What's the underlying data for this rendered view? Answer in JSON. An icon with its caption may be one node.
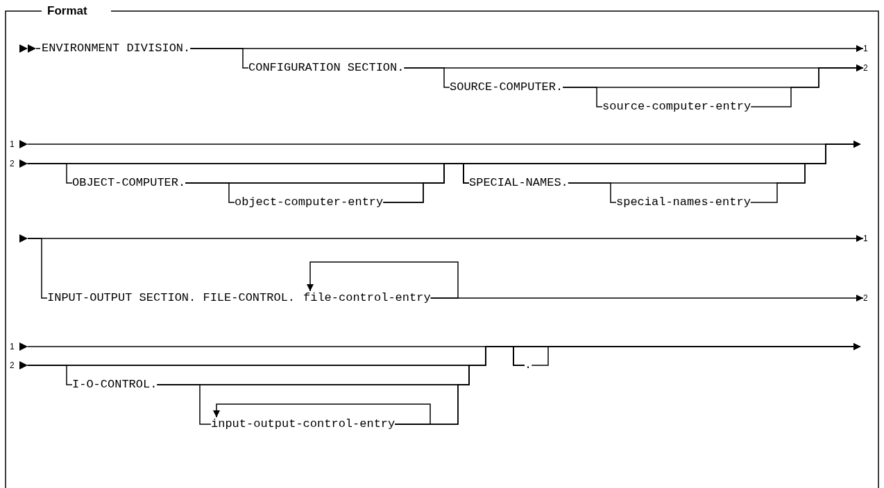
{
  "diagram": {
    "title": "Format",
    "nodes": [
      {
        "text": [
          "ENVIRONMENT DIVISION."
        ]
      },
      {
        "text": [
          "1"
        ]
      },
      {
        "text": [
          "CONFIGURATION SECTION."
        ]
      },
      {
        "text": [
          "2"
        ]
      },
      {
        "text": [
          "SOURCE-COMPUTER."
        ]
      },
      {
        "text": [
          "source-computer-entry"
        ]
      },
      {
        "text": [
          "1"
        ]
      },
      {
        "text": [
          "2"
        ]
      },
      {
        "text": [
          "OBJECT-COMPUTER."
        ]
      },
      {
        "text": [
          "SPECIAL-NAMES."
        ]
      },
      {
        "text": [
          "object-computer-entry"
        ]
      },
      {
        "text": [
          "special-names-entry"
        ]
      },
      {
        "text": [
          "1"
        ]
      },
      {
        "text": [
          "INPUT-OUTPUT SECTION. FILE-CONTROL."
        ]
      },
      {
        "text": [
          "file-control-entry"
        ]
      },
      {
        "text": [
          "2"
        ]
      },
      {
        "text": [
          "1"
        ]
      },
      {
        "text": [
          "2"
        ]
      },
      {
        "text": [
          "."
        ]
      },
      {
        "text": [
          "I-O-CONTROL."
        ]
      },
      {
        "text": [
          "input-output-control-entry"
        ]
      },
      {
        "text": [],
        "shape": "triangle"
      }
    ],
    "edges": [
      {
        "from": 0,
        "to": 1,
        "arrow": "to"
      },
      {
        "from": 0,
        "to": 2,
        "arrow": "none"
      },
      {
        "from": 2,
        "to": 3,
        "arrow": "to"
      },
      {
        "from": 2,
        "to": 4,
        "arrow": "none"
      },
      {
        "from": 4,
        "to": 3,
        "arrow": "to"
      },
      {
        "from": 4,
        "to": 5,
        "arrow": "none"
      },
      {
        "from": 5,
        "to": 3,
        "arrow": "to"
      },
      {
        "from": 6,
        "to": null,
        "arrow": "to"
      },
      {
        "from": 7,
        "to": 8,
        "arrow": "none"
      },
      {
        "from": 7,
        "to": 9,
        "arrow": "none"
      },
      {
        "from": 7,
        "to": null,
        "arrow": "to"
      },
      {
        "from": 8,
        "to": 10,
        "arrow": "none"
      },
      {
        "from": 8,
        "to": 9,
        "arrow": "none"
      },
      {
        "from": 8,
        "to": null,
        "arrow": "to"
      },
      {
        "from": 10,
        "to": 9,
        "arrow": "none"
      },
      {
        "from": 10,
        "to": null,
        "arrow": "to"
      },
      {
        "from": 9,
        "to": 11,
        "arrow": "none"
      },
      {
        "from": 9,
        "to": null,
        "arrow": "to"
      },
      {
        "from": 11,
        "to": null,
        "arrow": "to"
      },
      {
        "from": 21,
        "to": 12,
        "arrow": "to"
      },
      {
        "from": 21,
        "to": 13,
        "arrow": "none"
      },
      {
        "from": 14,
        "to": 14,
        "arrow": "to"
      },
      {
        "from": 14,
        "to": 15,
        "arrow": "to"
      },
      {
        "from": 16,
        "to": null,
        "arrow": "to"
      },
      {
        "from": 17,
        "to": 18,
        "arrow": "none"
      },
      {
        "from": 17,
        "to": null,
        "arrow": "to"
      },
      {
        "from": 17,
        "to": 19,
        "arrow": "none"
      },
      {
        "from": 18,
        "to": null,
        "arrow": "to"
      },
      {
        "from": 19,
        "to": 18,
        "arrow": "none"
      },
      {
        "from": 19,
        "to": null,
        "arrow": "to"
      },
      {
        "from": 19,
        "to": 20,
        "arrow": "none"
      },
      {
        "from": 20,
        "to": 20,
        "arrow": "to"
      },
      {
        "from": 20,
        "to": 18,
        "arrow": "none"
      },
      {
        "from": 20,
        "to": null,
        "arrow": "to"
      }
    ]
  }
}
